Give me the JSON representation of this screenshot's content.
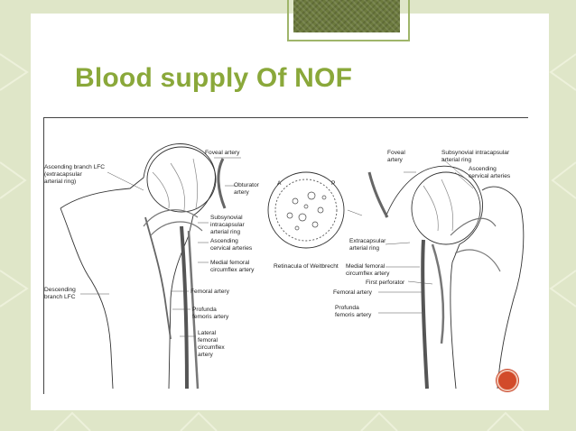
{
  "slide": {
    "title": "Blood supply Of NOF",
    "accent_color": "#8aa83a",
    "background_color": "#dfe6c8"
  },
  "figure": {
    "left_panel": {
      "labels": [
        "Foveal artery",
        "Ascending branch LFC",
        "(extracapsular",
        "arterial ring)",
        "Obturator",
        "artery",
        "Subsynovial",
        "intracapsular",
        "arterial ring",
        "Ascending",
        "cervical arteries",
        "Medial femoral",
        "circumflex artery",
        "Descending",
        "branch LFC",
        "Femoral artery",
        "Profunda",
        "femoris artery",
        "Lateral",
        "femoral",
        "circumflex",
        "artery"
      ]
    },
    "center_panel": {
      "labels": [
        "A",
        "P",
        "Retinacula of Weitbrecht"
      ]
    },
    "right_panel": {
      "labels": [
        "Foveal",
        "artery",
        "Subsynovial intracapsular",
        "arterial ring",
        "Ascending",
        "cervical arteries",
        "Extracapsular",
        "arterial ring",
        "Medial femoral",
        "circumflex artery",
        "Femoral artery",
        "First perforator",
        "Profunda",
        "femoris artery"
      ]
    }
  },
  "nav": {
    "icon": "next-slide-icon",
    "color": "#d24b2a"
  }
}
